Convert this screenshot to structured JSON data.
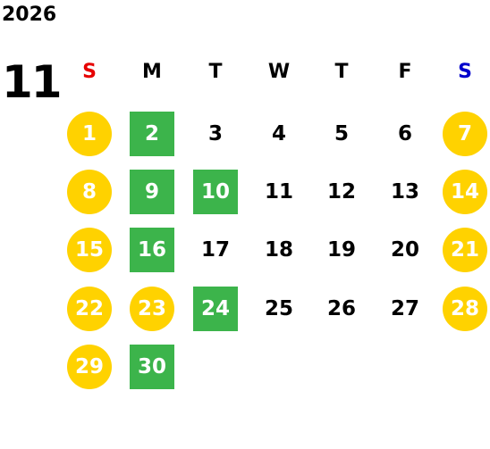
{
  "calendar": {
    "year": "2026",
    "month": "11",
    "colors": {
      "holiday_circle": "#ffd200",
      "marked_square": "#3cb44b",
      "sunday_header": "#e60000",
      "saturday_header": "#0000cc",
      "number_on_marker": "#ffffff",
      "number_plain": "#000000"
    },
    "weekdays": [
      {
        "label": "S",
        "color": "#e60000"
      },
      {
        "label": "M",
        "color": "#000000"
      },
      {
        "label": "T",
        "color": "#000000"
      },
      {
        "label": "W",
        "color": "#000000"
      },
      {
        "label": "T",
        "color": "#000000"
      },
      {
        "label": "F",
        "color": "#000000"
      },
      {
        "label": "S",
        "color": "#0000cc"
      }
    ],
    "days": [
      {
        "day": "1",
        "style": "circle"
      },
      {
        "day": "2",
        "style": "square"
      },
      {
        "day": "3",
        "style": "plain"
      },
      {
        "day": "4",
        "style": "plain"
      },
      {
        "day": "5",
        "style": "plain"
      },
      {
        "day": "6",
        "style": "plain"
      },
      {
        "day": "7",
        "style": "circle"
      },
      {
        "day": "8",
        "style": "circle"
      },
      {
        "day": "9",
        "style": "square"
      },
      {
        "day": "10",
        "style": "square"
      },
      {
        "day": "11",
        "style": "plain"
      },
      {
        "day": "12",
        "style": "plain"
      },
      {
        "day": "13",
        "style": "plain"
      },
      {
        "day": "14",
        "style": "circle"
      },
      {
        "day": "15",
        "style": "circle"
      },
      {
        "day": "16",
        "style": "square"
      },
      {
        "day": "17",
        "style": "plain"
      },
      {
        "day": "18",
        "style": "plain"
      },
      {
        "day": "19",
        "style": "plain"
      },
      {
        "day": "20",
        "style": "plain"
      },
      {
        "day": "21",
        "style": "circle"
      },
      {
        "day": "22",
        "style": "circle"
      },
      {
        "day": "23",
        "style": "circle"
      },
      {
        "day": "24",
        "style": "square"
      },
      {
        "day": "25",
        "style": "plain"
      },
      {
        "day": "26",
        "style": "plain"
      },
      {
        "day": "27",
        "style": "plain"
      },
      {
        "day": "28",
        "style": "circle"
      },
      {
        "day": "29",
        "style": "circle"
      },
      {
        "day": "30",
        "style": "square"
      }
    ]
  }
}
